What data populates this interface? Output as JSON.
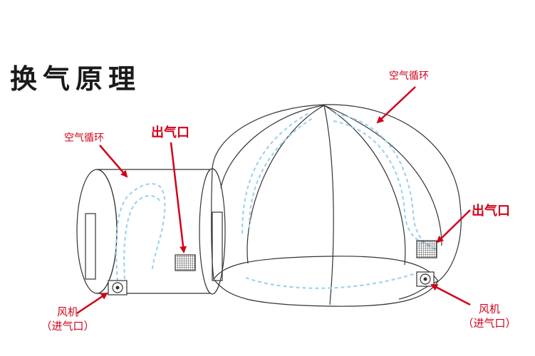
{
  "title": "换气原理",
  "labels": {
    "air_circulation_tunnel": "空气循环",
    "air_circulation_dome": "空气循环",
    "outlet_tunnel": "出气口",
    "outlet_dome": "出气口",
    "fan_tunnel_line1": "风机",
    "fan_tunnel_line2": "（进气口）",
    "fan_dome_line1": "风机",
    "fan_dome_line2": "（进气口）"
  },
  "colors": {
    "outline": "#333333",
    "label": "#d0021b",
    "airflow": "#9ed3f0",
    "vent": "#444444"
  },
  "icons": [
    "fan-icon",
    "vent-grille-icon",
    "airflow-arrow-icon",
    "pointer-arrow-icon"
  ]
}
